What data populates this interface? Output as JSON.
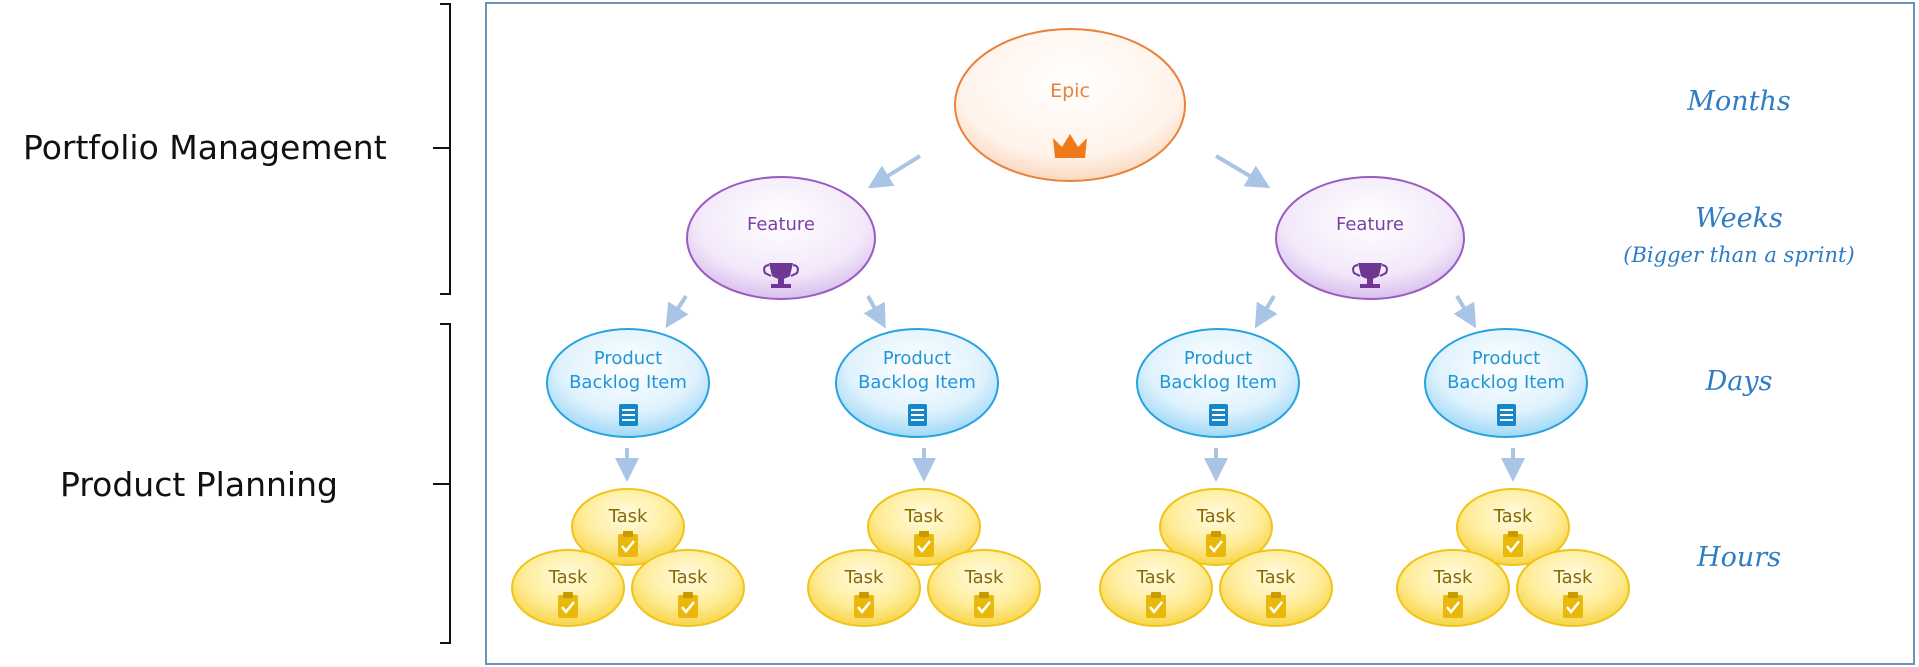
{
  "levels": {
    "portfolio_management": "Portfolio Management",
    "product_planning": "Product Planning"
  },
  "timescales": {
    "months": "Months",
    "weeks": "Weeks",
    "weeks_note": "(Bigger than a sprint)",
    "days": "Days",
    "hours": "Hours"
  },
  "nodes": {
    "epic": "Epic",
    "feature": "Feature",
    "pbi_line1": "Product",
    "pbi_line2": "Backlog Item",
    "task": "Task"
  },
  "colors": {
    "epic": "#e8813a",
    "feature": "#8a4bb0",
    "pbi": "#27a2e0",
    "task": "#f0c419",
    "arrow": "#a9c4e4",
    "frame": "#6f93b8",
    "timescale": "#2e7cc4"
  },
  "icons": {
    "epic": "crown-icon",
    "feature": "trophy-icon",
    "pbi": "document-list-icon",
    "task": "clipboard-check-icon"
  }
}
